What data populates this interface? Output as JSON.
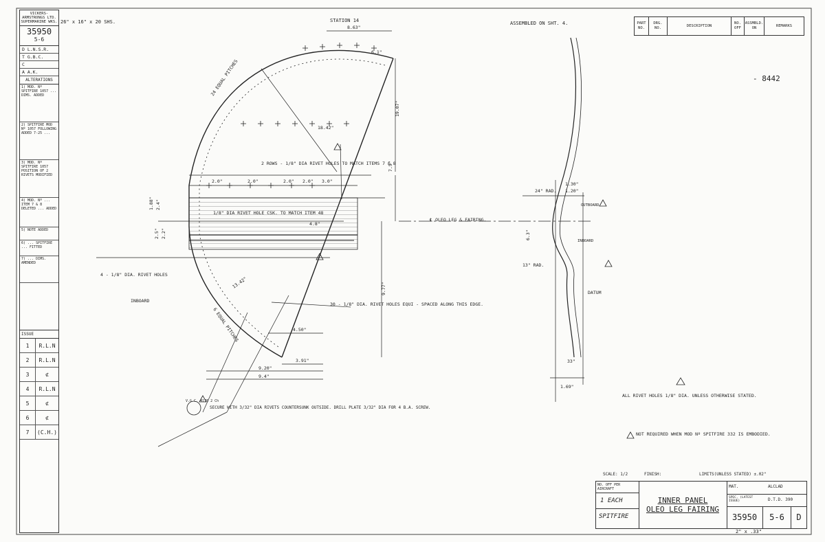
{
  "sheet": {
    "size_note": "26\" x 16\" x 20 SHS.",
    "drawing_stamp": "- 8442",
    "assembled_note": "ASSEMBLED ON SHT. 4."
  },
  "sidebar": {
    "company": "VICKERS-ARMSTRONGS LTD. SUPERMARINE WKS.",
    "drawing_no": "35950",
    "sheet_no": "5-6",
    "initials": [
      "D  L.N.S.R.",
      "T  G.B.C.",
      "C",
      "A  A.K."
    ],
    "alterations_title": "ALTERATIONS",
    "alterations": [
      "1) MOD. Nº SPITFIRE 1057 ... DIMS. ADDED",
      "2) SPITFIRE MOD Nº 1057 FOLLOWING ADDED 7-25 ...",
      "3) MOD. Nº SPITFIRE 1057 POSITION OF 2 RIVETS MODIFIED",
      "4) MOD. Nº ... ITEM 7 & 8 DELETED ... ADDED",
      "5) NOTE ADDED",
      "6) ... SPITFIRE ... FITTED",
      "7) ... DIMS. AMENDED"
    ],
    "issue_title": "ISSUE",
    "issues": [
      {
        "no": "1",
        "by": "R.L.N"
      },
      {
        "no": "2",
        "by": "R.L.N"
      },
      {
        "no": "3",
        "by": "⊄"
      },
      {
        "no": "4",
        "by": "R.L.N"
      },
      {
        "no": "5",
        "by": "⊄"
      },
      {
        "no": "6",
        "by": "⊄"
      },
      {
        "no": "7",
        "by": "(C.H.)"
      }
    ]
  },
  "parts_header": [
    "PART NO.",
    "DRG. NO.",
    "DESCRIPTION",
    "NO. OFF",
    "ASSMBLD. ON",
    "REMARKS"
  ],
  "labels": {
    "station": "STATION 14",
    "equal_pitched_top": "24 EQUAL PITCHES",
    "equal_pitched_bottom": "6 EQUAL PITCHES",
    "rows_rivets": "2 ROWS - 1/8\" DIA RIVET HOLES TO MATCH ITEMS 7 & 8",
    "rivet_hole_csk": "1/8\" DIA RIVET HOLE CSK. TO MATCH ITEM 48",
    "rivet_holes_4": "4 - 1/8\" DIA. RIVET HOLES",
    "inboard": "INBOARD",
    "rivet_holes_30": "30 - 1/8\" DIA. RIVET HOLES EQUI - SPACED ALONG THIS EDGE.",
    "oleo_center": "℄ OLEO LEG & FAIRING.",
    "datum": "DATUM",
    "secure_note": "SECURE WITH 3/32\" DIA RIVETS COUNTERSUNK OUTSIDE. DRILL PLATE 3/32\" DIA FOR 4 B.A. SCREW.",
    "ref_circle": "V.G.C. 4176 2 Ch",
    "inboard_small": "INBOARD",
    "outboard": "OUTBOARD",
    "all_rivets": "ALL RIVET HOLES 1/8\" DIA. UNLESS OTHERWISE STATED.",
    "not_required": "NOT REQUIRED WHEN MOD Nº SPITFIRE 332 IS EMBODIED."
  },
  "dims": {
    "d_863": "8.63\"",
    "d_61": "6.1\"",
    "d_1907": "19.07\"",
    "d_75": "7.5\"",
    "d_977": "9.77\"",
    "d_1842": "18.42\"",
    "d_20a": "2.0\"",
    "d_20b": "2.0\"",
    "d_20c": "2.0\"",
    "d_20d": "2.0\"",
    "d_30": "3.0\"",
    "d_48": "4.8\"",
    "d_450": "4.50\"",
    "d_391": "3.91\"",
    "d_920": "9.20\"",
    "d_94": "9.4\"",
    "d_1342": "13.42\"",
    "d_188": "1.88\"",
    "d_24": "2.4\"",
    "d_25": "2.5\"",
    "d_22": "2.2\"",
    "d_63": "6.3\"",
    "d_169": "1.69\"",
    "d_33": "33\"",
    "d_24r": "24\" RAD.",
    "d_13r": "13\" RAD.",
    "d_130": "1.30\"",
    "d_120": "1.20\""
  },
  "title_block": {
    "scale": "SCALE: 1/2",
    "finish": "FINISH:",
    "limits": "LIMITS(UNLESS STATED) ±.02\"",
    "no_off_label": "NO. OFF PER AIRCRAFT",
    "no_off_value": "1 EACH",
    "aircraft": "SPITFIRE",
    "title_line1": "INNER PANEL",
    "title_line2": "OLEO LEG FAIRING",
    "material_label": "MAT.",
    "material_value": "ALCLAD",
    "spec_label": "SPEC. (LATEST ISSUE)",
    "spec_value": "D.T.D. 390",
    "drawing_no": "35950",
    "sheet": "5-6",
    "issue": "D",
    "weight": "2\" x .33\""
  }
}
